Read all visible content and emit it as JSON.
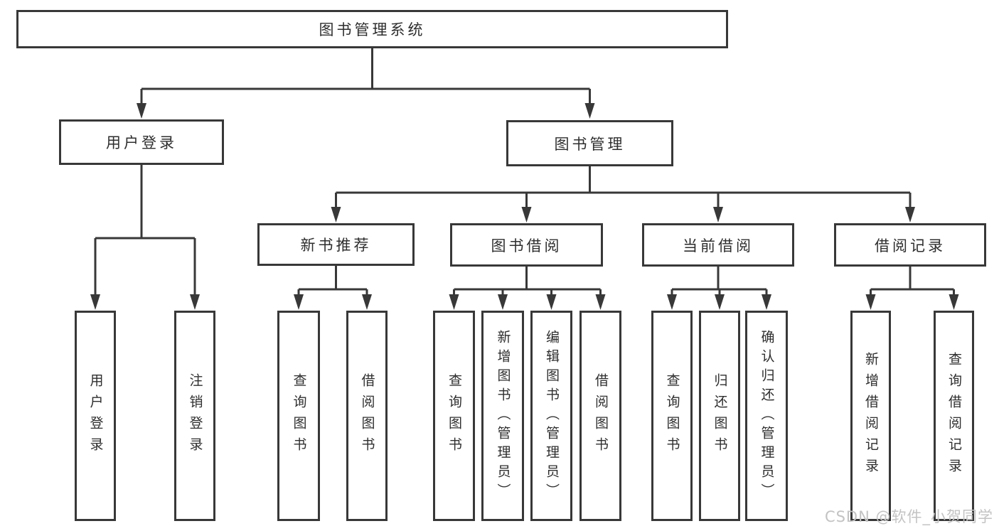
{
  "diagram_type": "hierarchy-tree",
  "tree": {
    "label": "图书管理系统",
    "children": [
      {
        "label": "用户登录",
        "children": [
          {
            "label": "用户登录"
          },
          {
            "label": "注销登录"
          }
        ]
      },
      {
        "label": "图书管理",
        "children": [
          {
            "label": "新书推荐",
            "children": [
              {
                "label": "查询图书"
              },
              {
                "label": "借阅图书"
              }
            ]
          },
          {
            "label": "图书借阅",
            "children": [
              {
                "label": "查询图书"
              },
              {
                "label": "新增图书（管理员）"
              },
              {
                "label": "编辑图书（管理员）"
              },
              {
                "label": "借阅图书"
              }
            ]
          },
          {
            "label": "当前借阅",
            "children": [
              {
                "label": "查询图书"
              },
              {
                "label": "归还图书"
              },
              {
                "label": "确认归还（管理员）"
              }
            ]
          },
          {
            "label": "借阅记录",
            "children": [
              {
                "label": "新增借阅记录"
              },
              {
                "label": "查询借阅记录"
              }
            ]
          }
        ]
      }
    ]
  },
  "watermark": {
    "text": "CSDN @软件_小贺同学"
  },
  "colors": {
    "box_border": "#383838",
    "connector_line": "#383838",
    "text": "#2e2e2e",
    "watermark": "#c3c3c3",
    "background": "#ffffff"
  }
}
